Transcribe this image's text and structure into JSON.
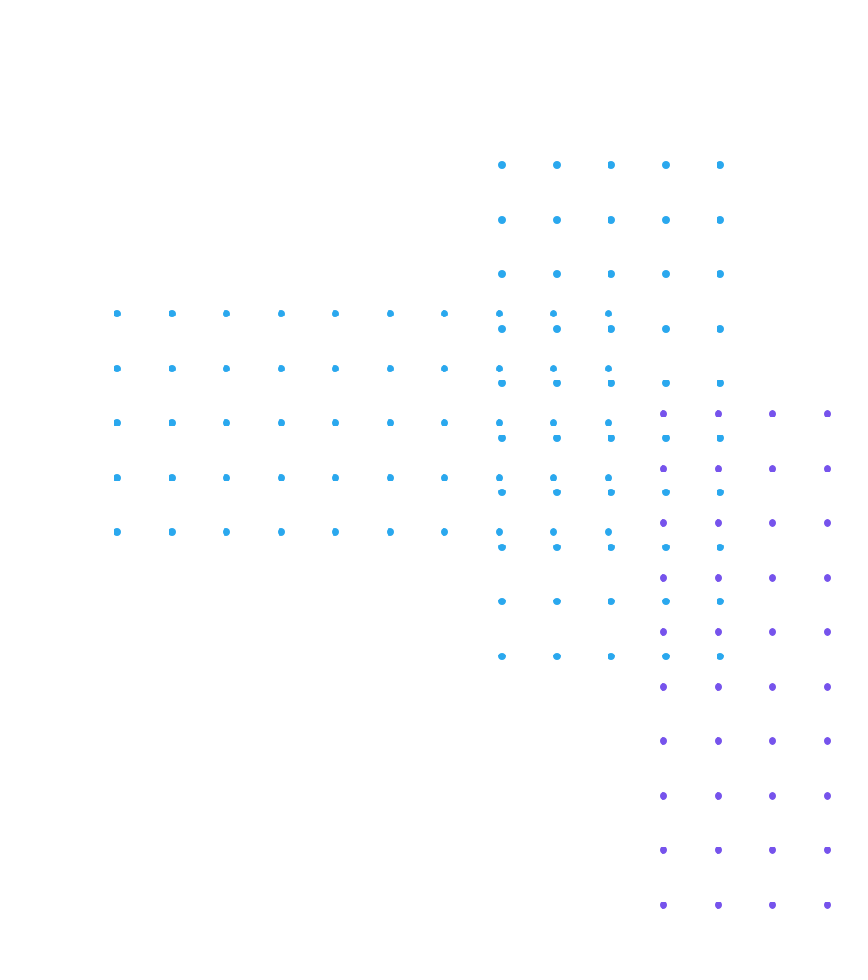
{
  "colors": {
    "background": "#ffffff",
    "blue": "#2aa8ee",
    "purple": "#7653ec"
  },
  "dot_grids": [
    {
      "name": "blue-dot-grid-left",
      "color_key": "blue",
      "columns": 10,
      "rows": 5
    },
    {
      "name": "blue-dot-grid-right",
      "color_key": "blue",
      "columns": 5,
      "rows": 10
    },
    {
      "name": "purple-dot-grid",
      "color_key": "purple",
      "columns": 4,
      "rows": 10
    }
  ]
}
